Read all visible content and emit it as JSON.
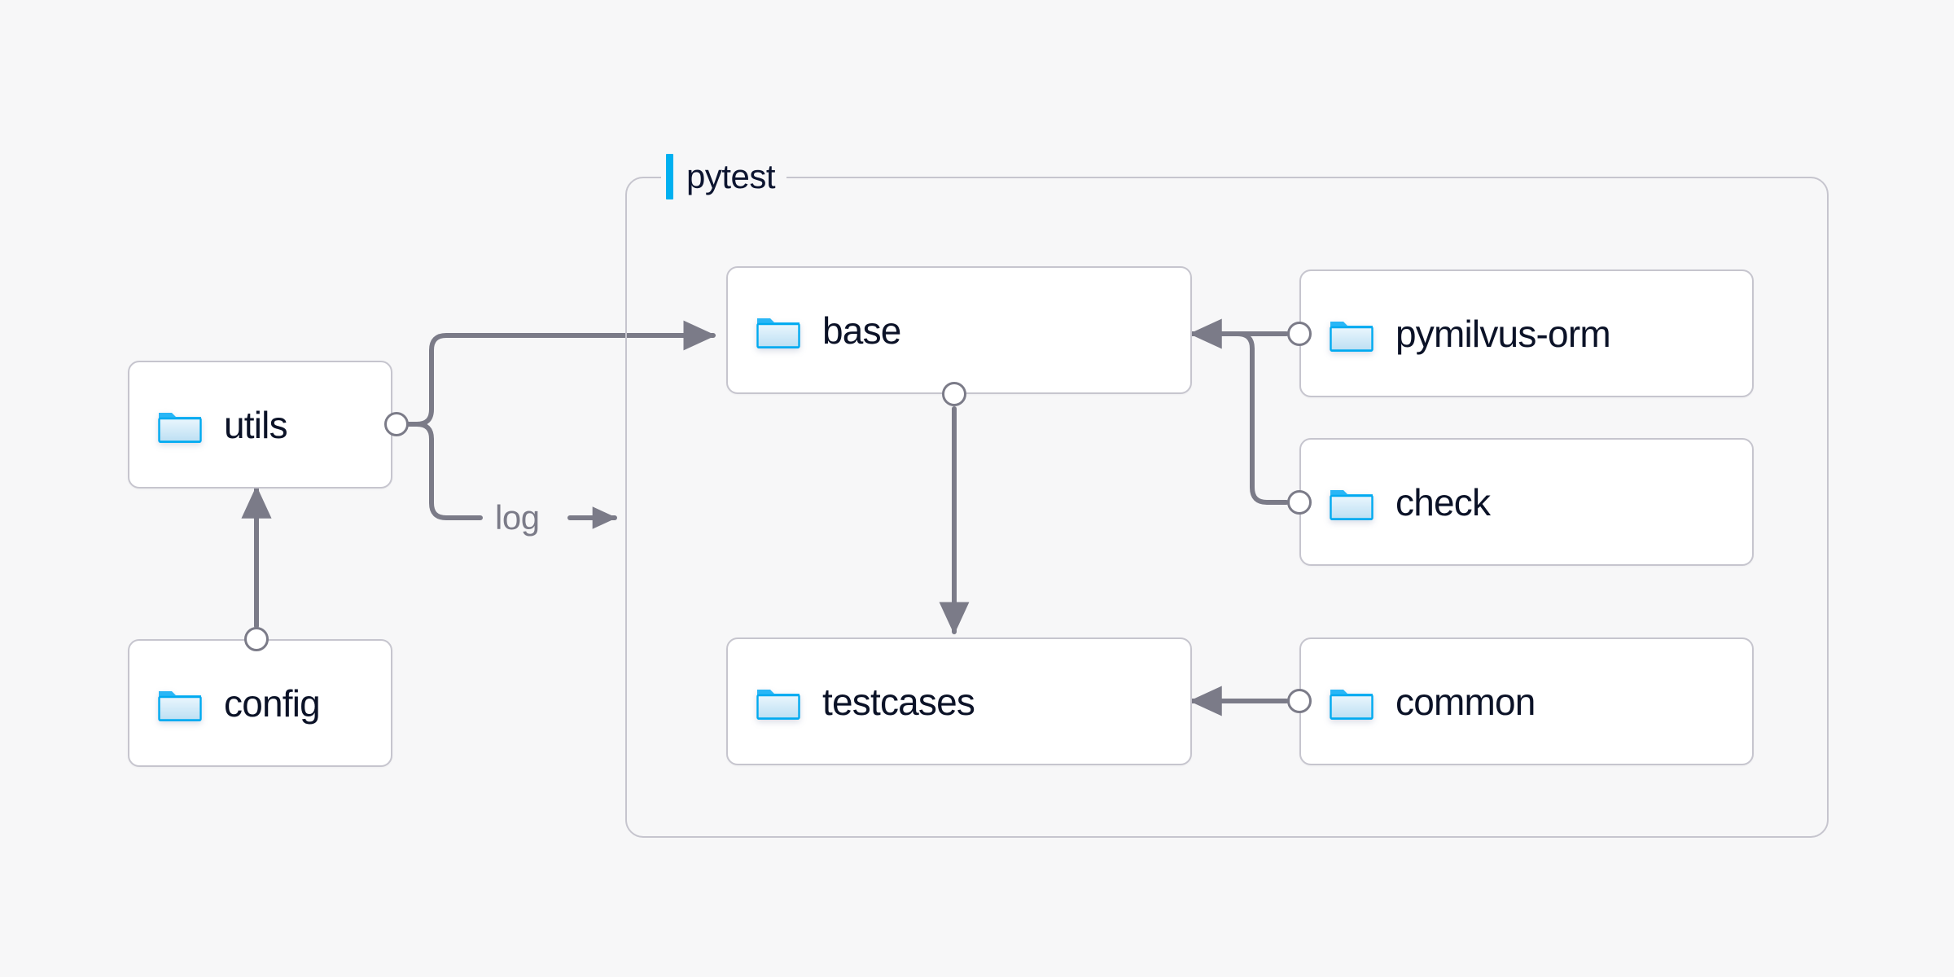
{
  "canvas": {
    "background": "#f7f7f8",
    "node_fill": "#ffffff",
    "node_border": "#c6c5ce",
    "edge_color": "#7b7b88",
    "text_color": "#0b1227",
    "accent_color": "#00b0f0",
    "folder_icon_color": "#00b0f0"
  },
  "group": {
    "name": "pytest-group",
    "title": "pytest",
    "accent": "#00b0f0"
  },
  "nodes": [
    {
      "id": "utils",
      "label": "utils",
      "icon": "folder-icon"
    },
    {
      "id": "config",
      "label": "config",
      "icon": "folder-icon"
    },
    {
      "id": "base",
      "label": "base",
      "icon": "folder-icon"
    },
    {
      "id": "testcases",
      "label": "testcases",
      "icon": "folder-icon"
    },
    {
      "id": "pymilvus-orm",
      "label": "pymilvus-orm",
      "icon": "folder-icon"
    },
    {
      "id": "check",
      "label": "check",
      "icon": "folder-icon"
    },
    {
      "id": "common",
      "label": "common",
      "icon": "folder-icon"
    }
  ],
  "edges": [
    {
      "id": "utils-to-base",
      "from": "utils",
      "to": "base",
      "label": ""
    },
    {
      "id": "utils-to-pytest-log",
      "from": "utils",
      "to": "pytest",
      "label": "log"
    },
    {
      "id": "config-to-utils",
      "from": "config",
      "to": "utils",
      "label": ""
    },
    {
      "id": "base-to-testcases",
      "from": "base",
      "to": "testcases",
      "label": ""
    },
    {
      "id": "pymilvus-orm-to-base",
      "from": "pymilvus-orm",
      "to": "base",
      "label": ""
    },
    {
      "id": "check-to-base",
      "from": "check",
      "to": "base",
      "label": ""
    },
    {
      "id": "common-to-testcases",
      "from": "common",
      "to": "testcases",
      "label": ""
    }
  ],
  "labels": {
    "log": "log"
  }
}
